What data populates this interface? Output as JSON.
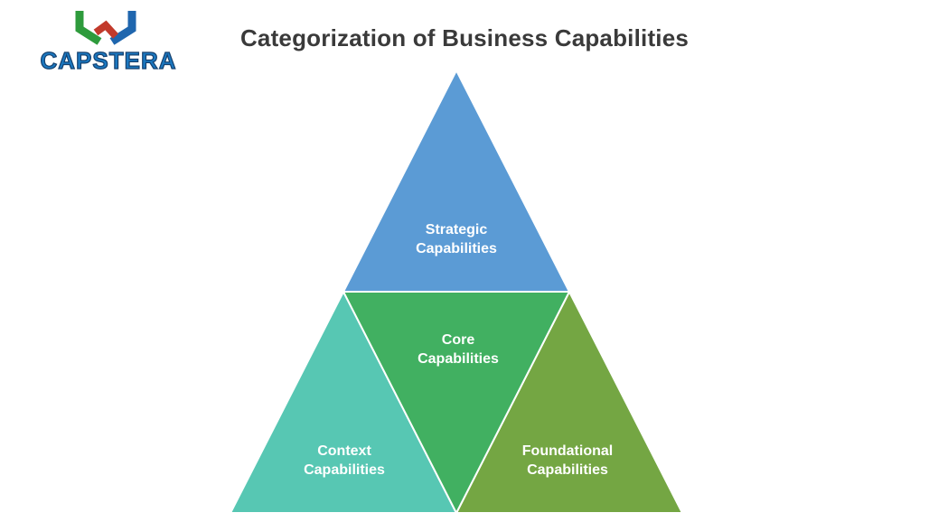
{
  "header": {
    "title": "Categorization of Business Capabilities"
  },
  "logo": {
    "wordmark": "CAPSTERA",
    "icon": "capstera-abstract-mark",
    "colors": {
      "green": "#2E9B3C",
      "red": "#C23A2B",
      "blue": "#1F66AE",
      "wordmark_blue": "#1B78C0"
    }
  },
  "pyramid": {
    "divider_color": "#FFFFFF",
    "sections": [
      {
        "name": "strategic",
        "label": "Strategic\nCapabilities",
        "color": "#5B9BD5"
      },
      {
        "name": "core",
        "label": "Core\nCapabilities",
        "color": "#41B061"
      },
      {
        "name": "context",
        "label": "Context\nCapabilities",
        "color": "#57C7B3"
      },
      {
        "name": "foundational",
        "label": "Foundational\nCapabilities",
        "color": "#74A643"
      }
    ]
  }
}
